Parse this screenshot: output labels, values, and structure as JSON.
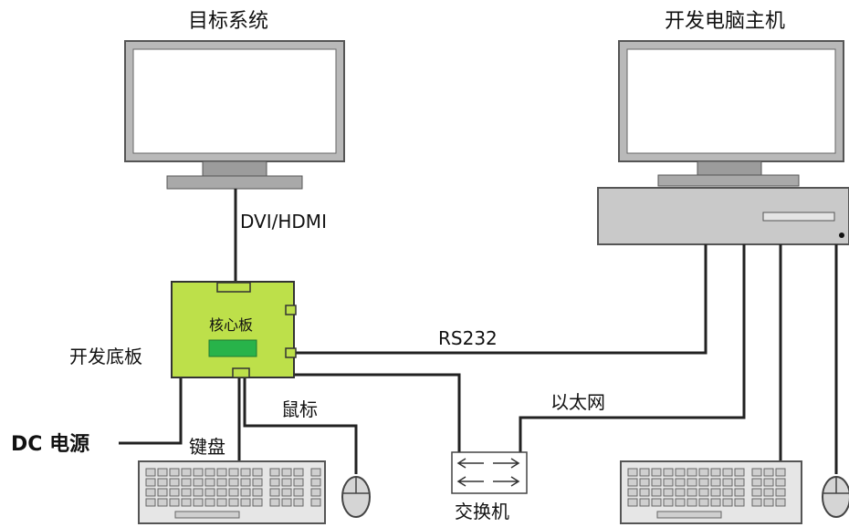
{
  "labels": {
    "target_system": "目标系统",
    "dev_host": "开发电脑主机",
    "dvi_hdmi": "DVI/HDMI",
    "core_board": "核心板",
    "dev_baseboard": "开发底板",
    "rs232": "RS232",
    "ethernet": "以太网",
    "mouse": "鼠标",
    "keyboard": "键盘",
    "dc_power": "DC 电源",
    "switch": "交换机"
  },
  "colors": {
    "board_green": "#bde04a",
    "chip_green": "#28b34a",
    "monitor_gray": "#b0b0b0",
    "line": "#222222"
  },
  "icons": {
    "monitor": "monitor-icon",
    "desktop": "desktop-case-icon",
    "keyboard": "keyboard-icon",
    "mouse": "mouse-icon",
    "switch": "network-switch-icon"
  }
}
